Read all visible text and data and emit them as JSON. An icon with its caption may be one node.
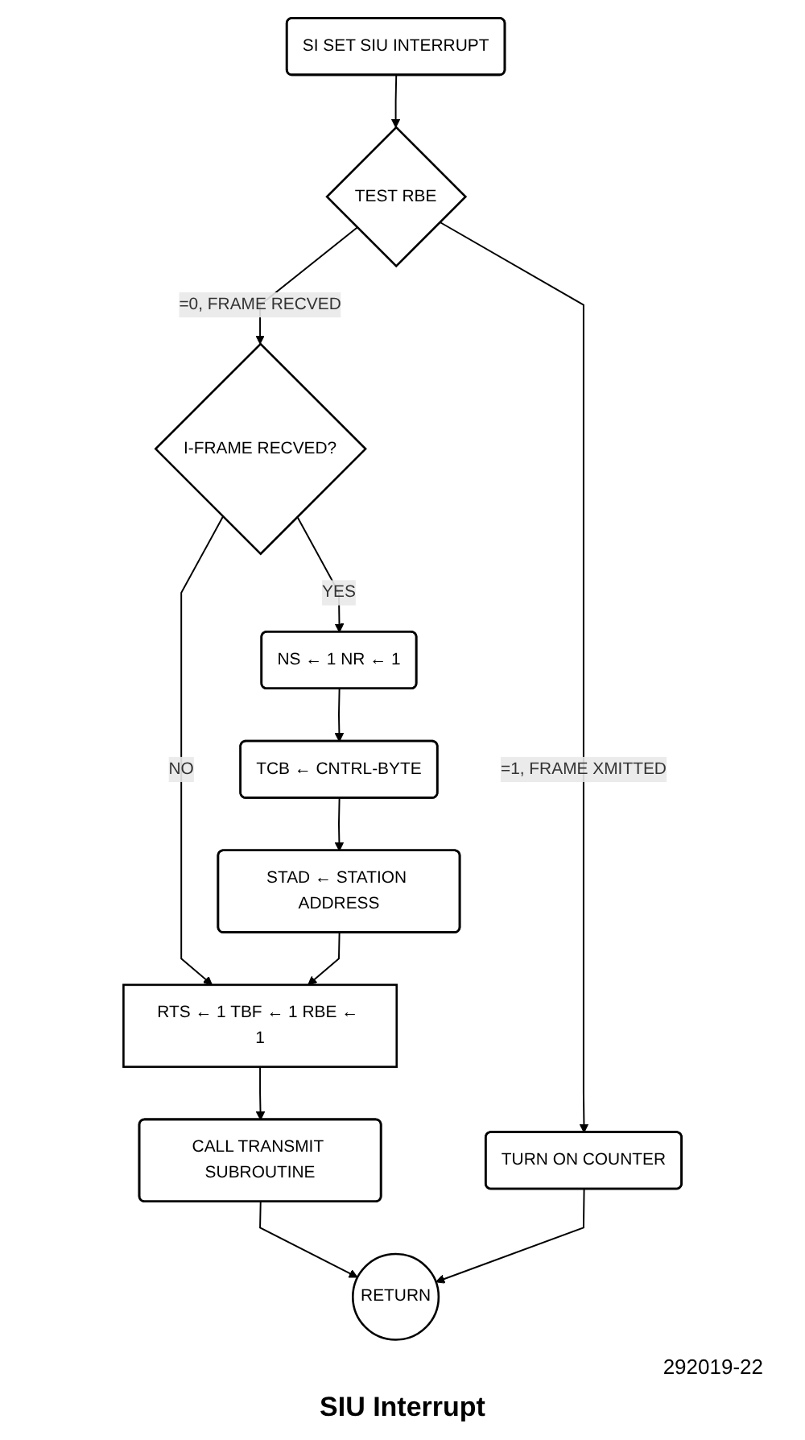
{
  "diagram": {
    "caption": "SIU Interrupt",
    "nodes": [
      {
        "text": [
          "SI SET SIU INTERRUPT"
        ]
      },
      {
        "text": [
          "TEST RBE"
        ]
      },
      {
        "text": [
          "TURN ON COUNTER"
        ]
      },
      {
        "text": [
          "I-FRAME RECVED?"
        ]
      },
      {
        "text": [
          "NS ← 1 NR ← 1"
        ]
      },
      {
        "text": [
          "TCB ← CNTRL-BYTE"
        ]
      },
      {
        "text": [
          "STAD ← STATION ADDRESS"
        ]
      },
      {
        "text": [
          "RTS ← 1 TBF ← 1 RBE ← 1"
        ]
      },
      {
        "text": [
          "CALL TRANSMIT SUBROUTINE"
        ]
      },
      {
        "text": [
          "RETURN"
        ]
      }
    ],
    "edges": [
      {
        "from": 0,
        "to": 1,
        "arrow": "to"
      },
      {
        "from": 1,
        "to": 2,
        "arrow": "to",
        "label": "=1, FRAME XMITTED"
      },
      {
        "from": 1,
        "to": 3,
        "arrow": "to",
        "label": "=0, FRAME RECVED"
      },
      {
        "from": 3,
        "to": 4,
        "arrow": "to",
        "label": "YES"
      },
      {
        "from": 3,
        "to": 7,
        "arrow": "to",
        "label": "NO"
      },
      {
        "from": 4,
        "to": 5,
        "arrow": "to"
      },
      {
        "from": 5,
        "to": 6,
        "arrow": "to"
      },
      {
        "from": 6,
        "to": 7,
        "arrow": "to"
      },
      {
        "from": 7,
        "to": 8,
        "arrow": "to"
      },
      {
        "from": 8,
        "to": 9,
        "arrow": "to"
      },
      {
        "from": 2,
        "to": 9,
        "arrow": "to"
      }
    ],
    "labels": [
      "292019-22"
    ]
  }
}
